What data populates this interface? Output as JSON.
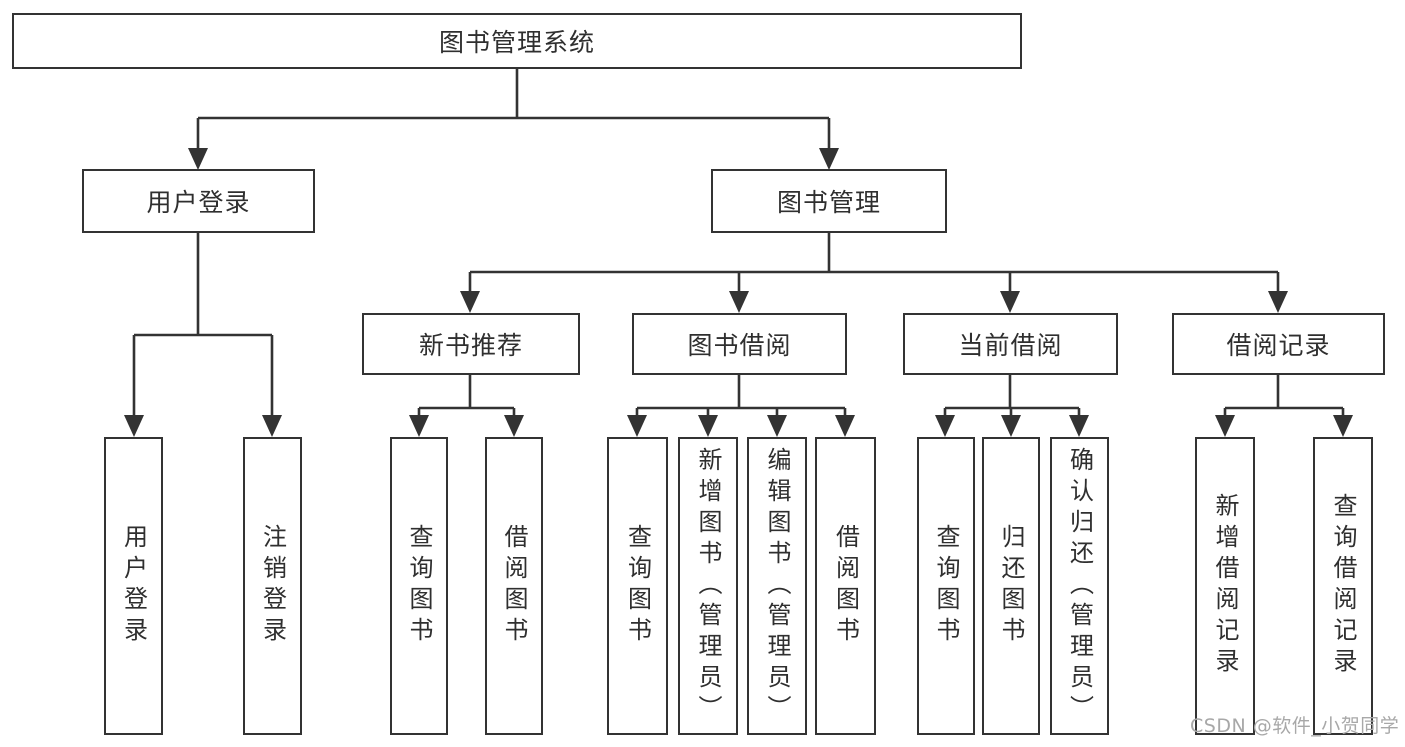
{
  "diagram": {
    "root": {
      "label": "图书管理系统"
    },
    "branches": [
      {
        "label": "用户登录",
        "children": [
          "用户登录",
          "注销登录"
        ]
      },
      {
        "label": "图书管理",
        "groups": [
          {
            "label": "新书推荐",
            "children": [
              "查询图书",
              "借阅图书"
            ]
          },
          {
            "label": "图书借阅",
            "children": [
              "查询图书",
              "新增图书（管理员）",
              "编辑图书（管理员）",
              "借阅图书"
            ]
          },
          {
            "label": "当前借阅",
            "children": [
              "查询图书",
              "归还图书",
              "确认归还（管理员）"
            ]
          },
          {
            "label": "借阅记录",
            "children": [
              "新增借阅记录",
              "查询借阅记录"
            ]
          }
        ]
      }
    ],
    "watermark": "CSDN @软件_小贺同学",
    "colors": {
      "line": "#333333",
      "box_border": "#333333",
      "box_fill": "#ffffff",
      "text": "#2f2f2f",
      "watermark": "#a8a8a8",
      "background": "#ffffff"
    }
  }
}
